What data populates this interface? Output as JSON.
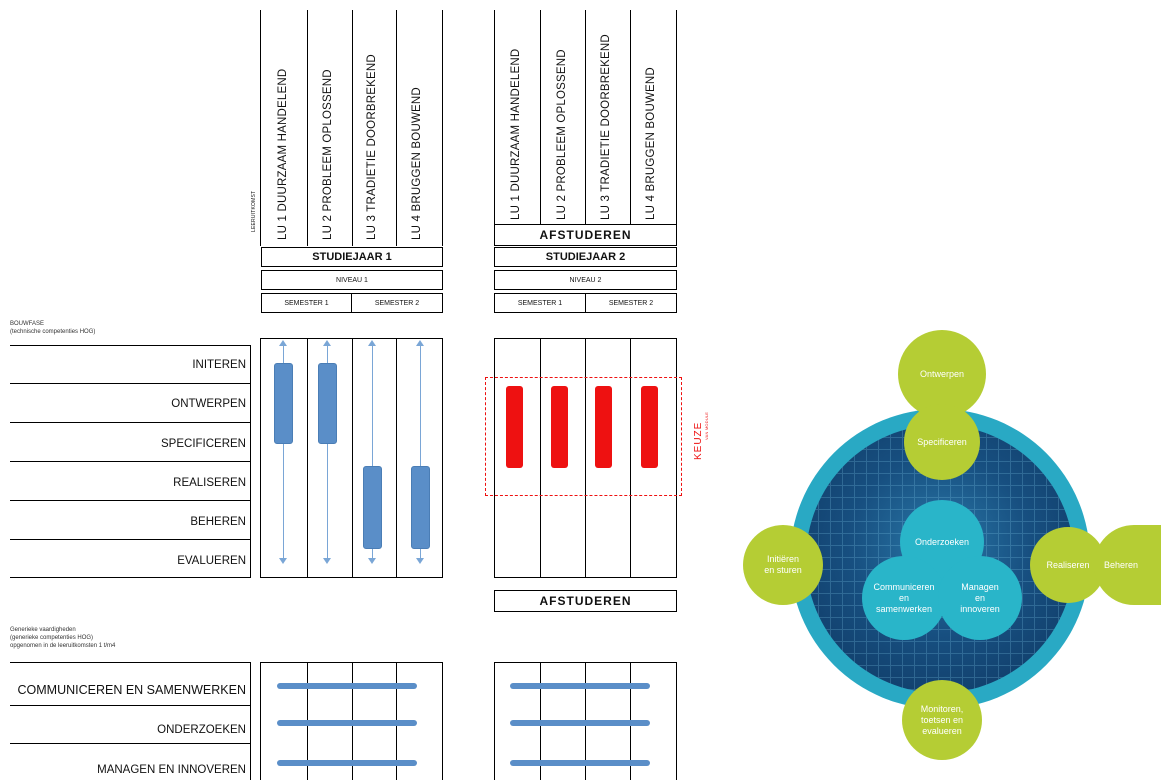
{
  "columns_left": [
    "LU 1 DUURZAAM HANDELEND",
    "LU 2  PROBLEEM OPLOSSEND",
    "LU 3 TRADIETIE DOORBREKEND",
    "LU 4 BRUGGEN BOUWEND"
  ],
  "columns_right": [
    "LU 1 DUURZAAM HANDELEND",
    "LU 2  PROBLEEM OPLOSSEND",
    "LU 3 TRADIETIE DOORBREKEND",
    "LU 4 BRUGGEN BOUWEND"
  ],
  "leeruitkomst_small": "LEERUITKOMST",
  "left_header": {
    "year": "STUDIEJAAR 1",
    "level": "NIVEAU 1",
    "sem1": "SEMESTER 1",
    "sem2": "SEMESTER 2"
  },
  "right_header": {
    "afstuderen": "AFSTUDEREN",
    "year": "STUDIEJAAR 2",
    "level": "NIVEAU 2",
    "sem1": "SEMESTER 1",
    "sem2": "SEMESTER 2"
  },
  "bouwfase_note": {
    "line1": "BOUWFASE",
    "line2": "(technische competenties HOG)"
  },
  "phases": [
    "INITEREN",
    "ONTWERPEN",
    "SPECIFICEREN",
    "REALISEREN",
    "BEHEREN",
    "EVALUEREN"
  ],
  "keuze": {
    "label": "KEUZE",
    "sub": "VAN MODULE"
  },
  "afstuderen_bottom": "AFSTUDEREN",
  "generiek_note": {
    "line1": "Generieke vaardigheden",
    "line2": "(generieke competenties HOG)",
    "line3": "opgenomen in de leeruitkomsten 1 t/m4"
  },
  "generic_skills": [
    "COMMUNICEREN EN SAMENWERKEN",
    "ONDERZOEKEN",
    "MANAGEN EN INNOVEREN"
  ],
  "wheel": {
    "ontwerpen": "Ontwerpen",
    "specificeren": "Specificeren",
    "initieren": [
      "Initiëren",
      "en sturen"
    ],
    "realiseren": "Realiseren",
    "beheren": "Beheren",
    "onderzoeken": "Onderzoeken",
    "communiceren": [
      "Communiceren",
      "en",
      "samenwerken"
    ],
    "managen": [
      "Managen",
      "en",
      "innoveren"
    ],
    "monitoren": [
      "Monitoren,",
      "toetsen en",
      "evalueren"
    ]
  },
  "colors": {
    "blue": "#5a8ec8",
    "red": "#ee1111",
    "lime": "#b5cd34",
    "teal": "#29b5c9",
    "navy": "#123d6b"
  }
}
